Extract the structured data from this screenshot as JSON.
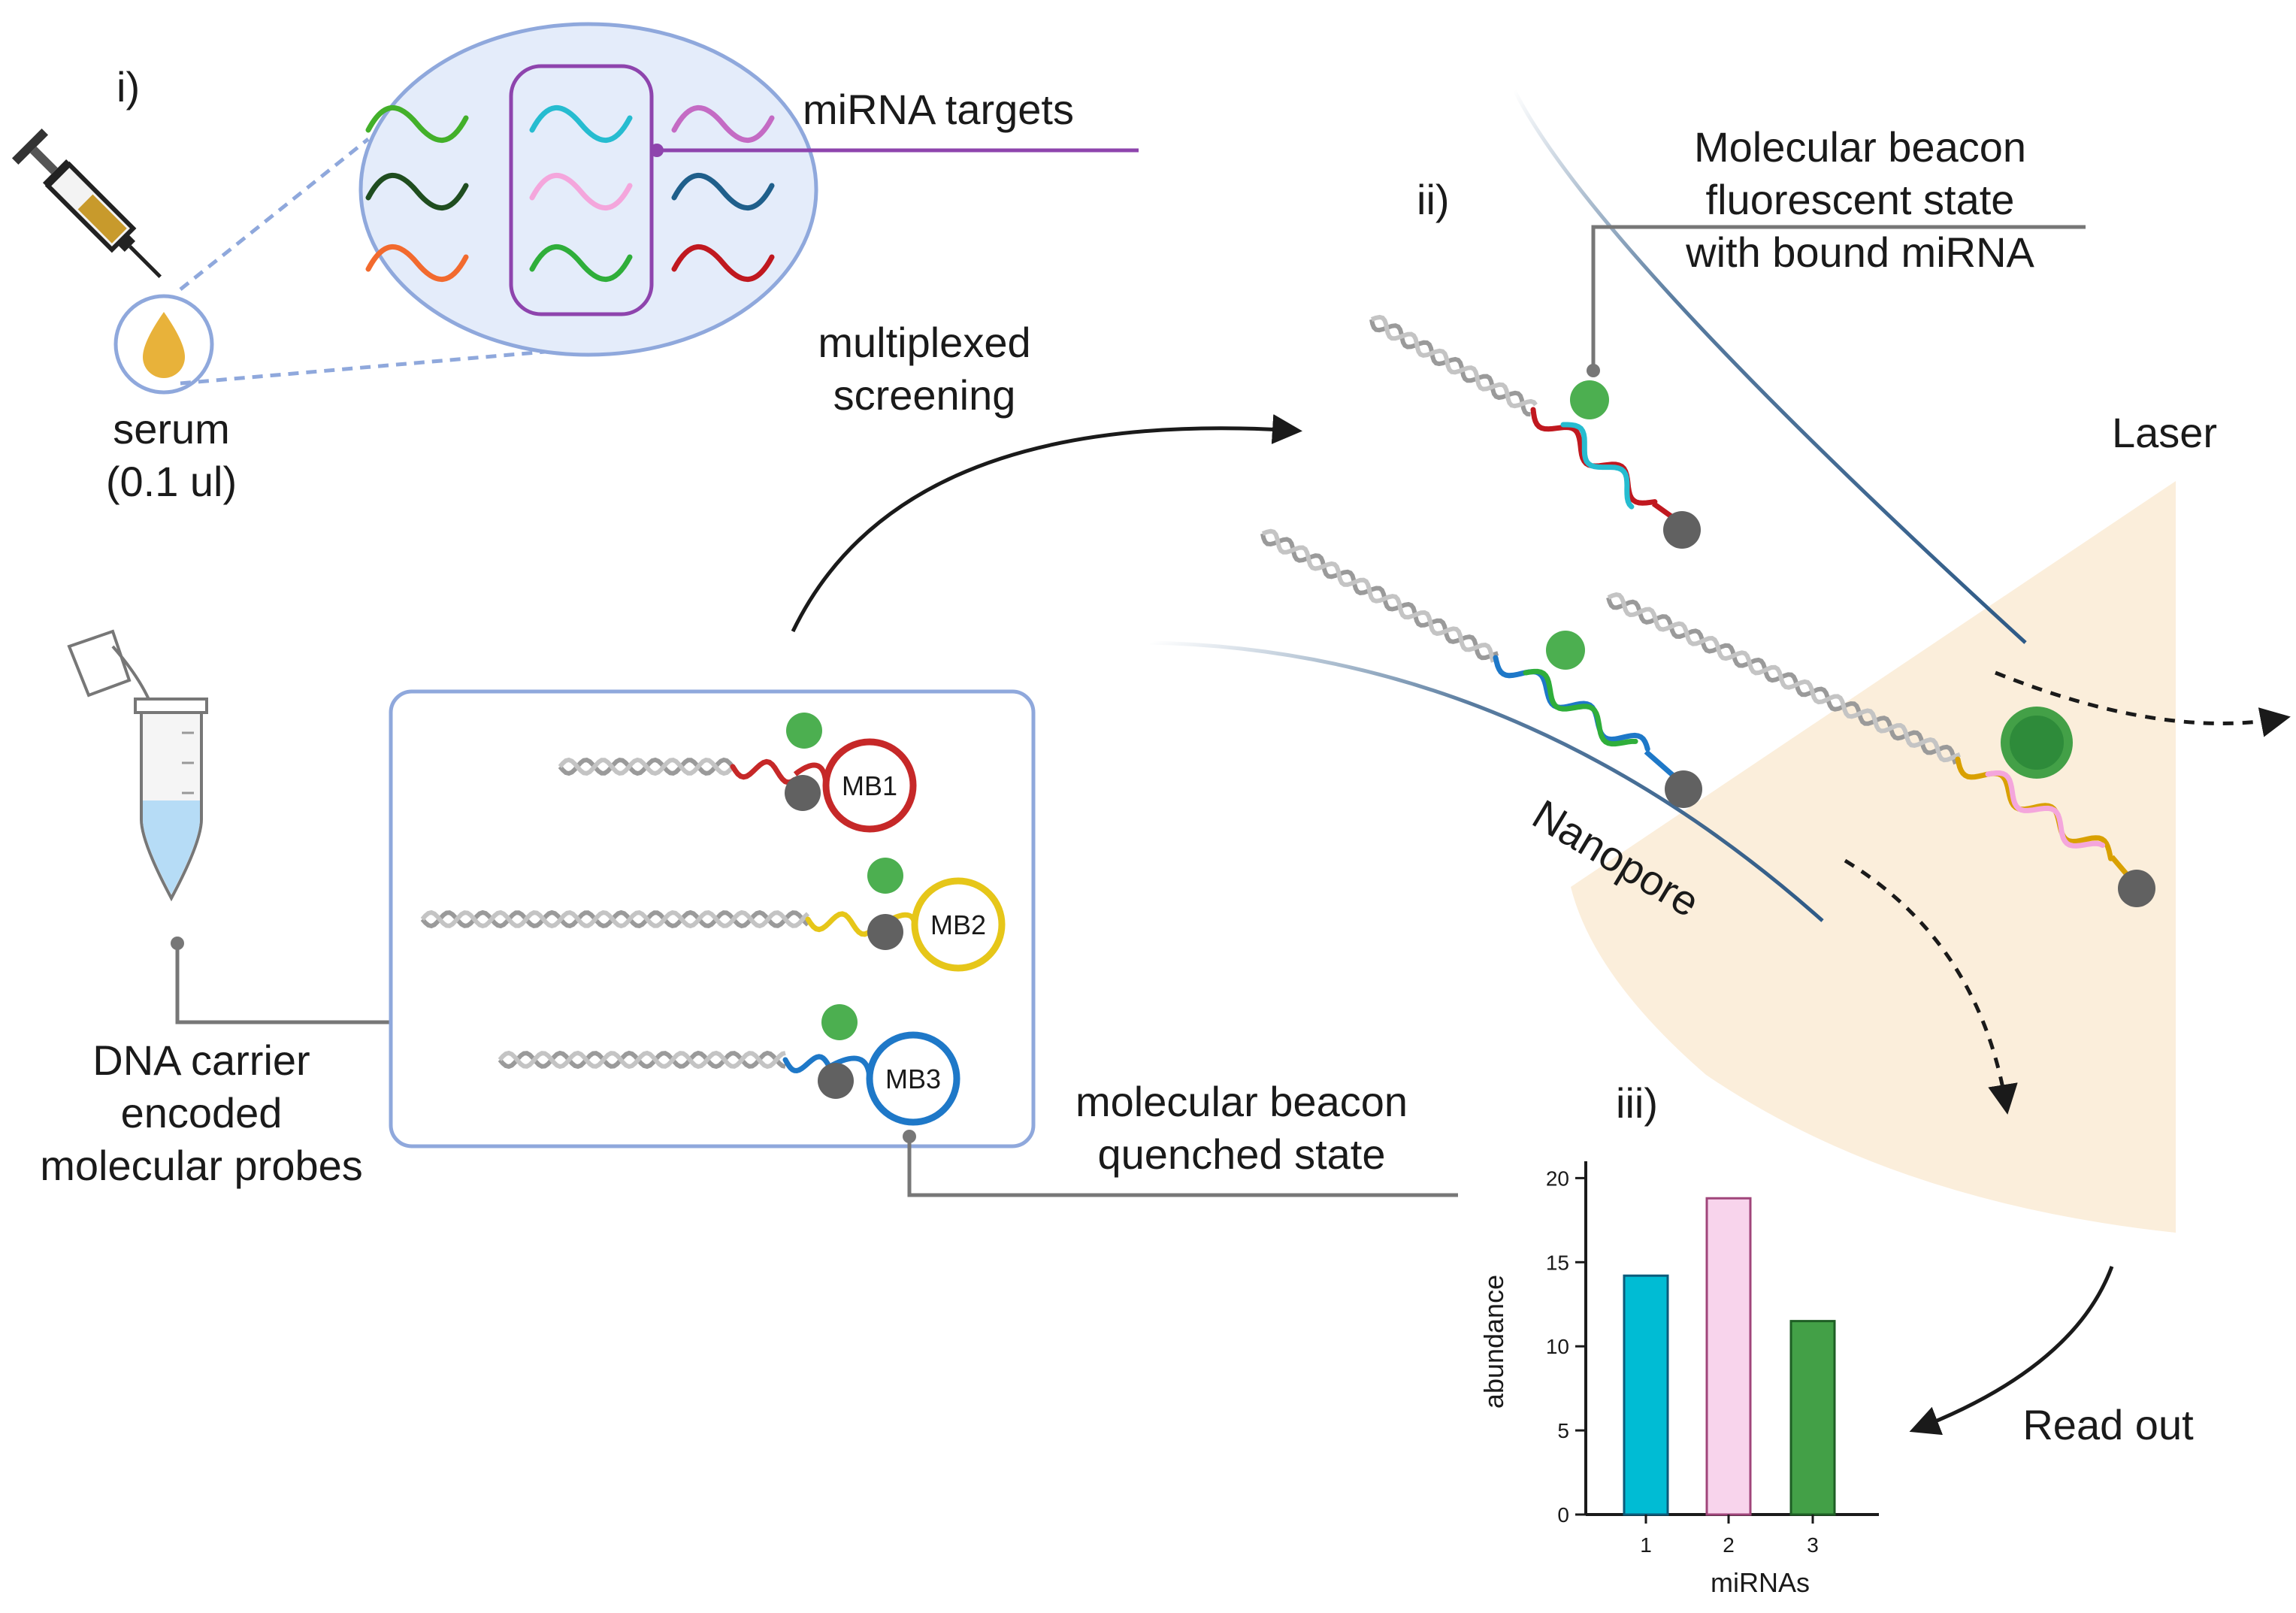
{
  "panels": {
    "i": "i)",
    "ii": "ii)",
    "iii": "iii)"
  },
  "labels": {
    "mirna_targets": "miRNA targets",
    "serum_line1": "serum",
    "serum_line2": "(0.1 ul)",
    "multiplexed_line1": "multiplexed",
    "multiplexed_line2": "screening",
    "beacon_fluor_line1": "Molecular beacon",
    "beacon_fluor_line2": "fluorescent state",
    "beacon_fluor_line3": "with bound miRNA",
    "laser": "Laser",
    "nanopore": "Nanopore",
    "carrier_line1": "DNA carrier",
    "carrier_line2": "encoded",
    "carrier_line3": "molecular probes",
    "quenched_line1": "molecular beacon",
    "quenched_line2": "quenched state",
    "read_out": "Read out"
  },
  "beacons": [
    {
      "label": "MB1",
      "color": "#c62828"
    },
    {
      "label": "MB2",
      "color": "#e6c619"
    },
    {
      "label": "MB3",
      "color": "#1e78c8"
    }
  ],
  "colors": {
    "fluorophore": "#4caf50",
    "quencher": "#616161",
    "dna": "#a8a8a8",
    "box_border": "#8fa8dc",
    "purple": "#8e44ad",
    "laser_fill": "#fbeedb",
    "nanopore_line": "#2e5a87"
  },
  "mirna_colors": [
    "#43b02a",
    "#26bcd0",
    "#c46bc4",
    "#1f4d1f",
    "#f4a6dc",
    "#1f5f8b",
    "#f26a2e",
    "#2fae3a",
    "#c0181f"
  ],
  "chart_data": {
    "type": "bar",
    "categories": [
      "1",
      "2",
      "3"
    ],
    "values": [
      14.2,
      18.8,
      11.5
    ],
    "colors": [
      "#00bcd4",
      "#f8d4ec",
      "#43a047"
    ],
    "border_colors": [
      "#0b5a7a",
      "#a0457a",
      "#1e5e24"
    ],
    "xlabel": "miRNAs",
    "ylabel": "abundance",
    "ylim": [
      0,
      21
    ],
    "yticks": [
      0,
      5,
      10,
      15,
      20
    ],
    "grid": false
  }
}
